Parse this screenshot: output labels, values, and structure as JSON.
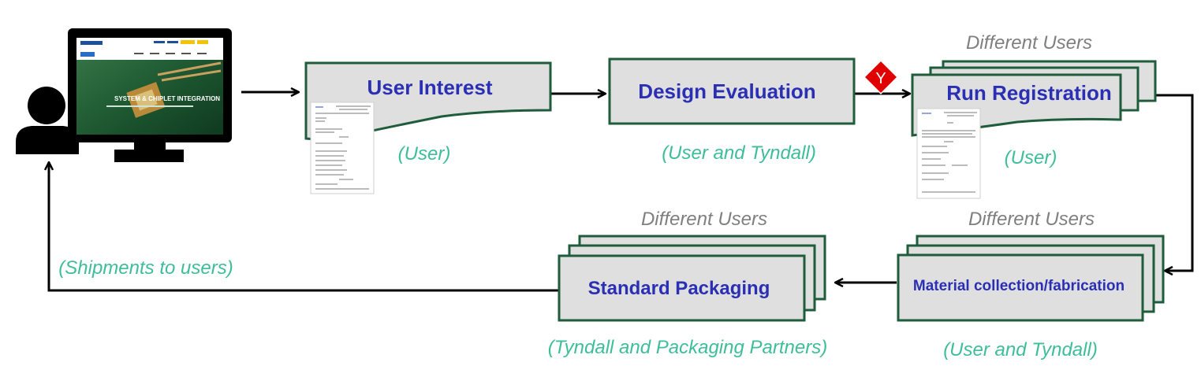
{
  "steps": {
    "user_interest": {
      "title": "User Interest",
      "role": "(User)"
    },
    "design_evaluation": {
      "title": "Design Evaluation",
      "role": "(User and Tyndall)"
    },
    "run_registration": {
      "title": "Run Registration",
      "role": "(User)",
      "multi_label": "Different Users"
    },
    "material_fabrication": {
      "title": "Material collection/fabrication",
      "role": "(User and Tyndall)",
      "multi_label": "Different Users"
    },
    "standard_packaging": {
      "title": "Standard Packaging",
      "role": "(Tyndall and Packaging Partners)",
      "multi_label": "Different Users"
    }
  },
  "decision": {
    "label": "Y",
    "color": "#e00000"
  },
  "return_flow": {
    "label": "(Shipments to users)"
  },
  "monitor": {
    "banner_text": "SYSTEM & CHIPLET INTEGRATION",
    "nav_button_color": "#f5c400"
  },
  "icons": {
    "user": "person-icon",
    "computer": "computer-monitor-icon",
    "form": "document-form-icon",
    "decision": "decision-diamond-icon"
  },
  "colors": {
    "box_fill": "#dfdfdf",
    "box_border": "#1e5c3b",
    "title_text": "#2b2fb4",
    "role_text": "#3dbd9a",
    "multi_text": "#7f7f7f"
  }
}
